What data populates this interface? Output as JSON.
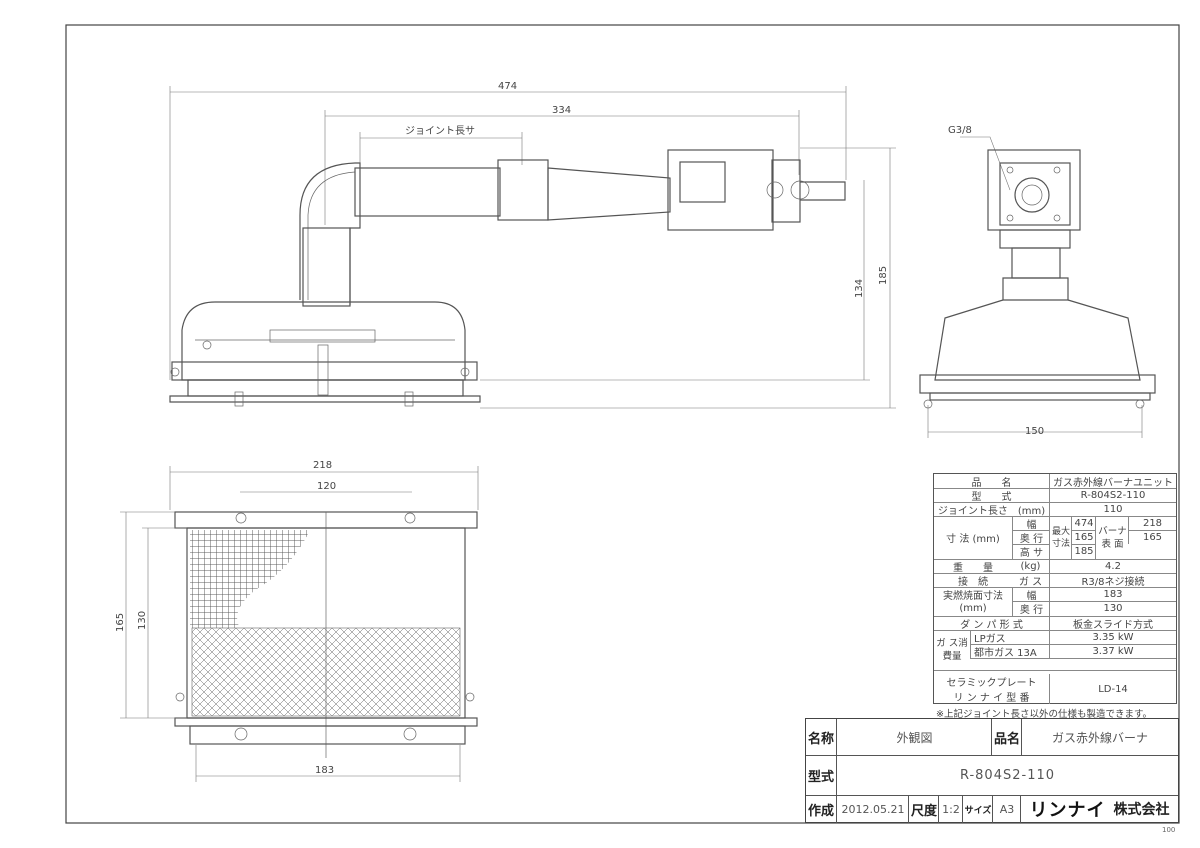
{
  "dimensions": {
    "total_width": "474",
    "width_334": "334",
    "joint_length": "ジョイント長サ",
    "height_134": "134",
    "height_185": "185",
    "gas_connection": "G3/8",
    "side_width": "150",
    "top_218": "218",
    "top_120": "120",
    "top_165": "165",
    "top_130": "130",
    "top_183": "183"
  },
  "spec_table": {
    "product_name_label": "品　　名",
    "product_name": "ガス赤外線バーナユニット",
    "model_label": "型　　式",
    "model": "R-804S2-110",
    "joint_label": "ジョイント長さ　(mm)",
    "joint": "110",
    "size_label": "寸 法 (mm)",
    "width_label": "幅",
    "depth_label": "奥 行",
    "height_label": "高 サ",
    "max_size_label": "最大寸法",
    "max_width": "474",
    "max_depth": "165",
    "max_height": "185",
    "burner_surface_label": "バーナ表 面",
    "surface_width": "218",
    "surface_depth": "165",
    "weight_label": "重　　量",
    "weight_unit": "(kg)",
    "weight": "4.2",
    "connection_label": "接　続",
    "gas_label": "ガ ス",
    "connection": "R3/8ネジ接続",
    "actual_surface_label": "実燃焼面寸法",
    "actual_unit": "(mm)",
    "actual_width_label": "幅",
    "actual_depth_label": "奥 行",
    "actual_width": "183",
    "actual_depth": "130",
    "damper_label": "ダ ン パ 形 式",
    "damper": "板金スライド方式",
    "gas_consumption_label": "ガ ス消費量",
    "lp_label": "LPガス",
    "lp_value": "3.35 kW",
    "city_label": "都市ガス 13A",
    "city_value": "3.37 kW",
    "ceramic_label": "セラミックプレート",
    "rinnai_label": "リ ン ナ イ 型 番",
    "ceramic": "LD-14"
  },
  "note": "※上記ジョイント長さ以外の仕様も製造できます。",
  "title_block": {
    "name_label": "名称",
    "name": "外観図",
    "product_label": "品名",
    "product": "ガス赤外線バーナ",
    "model_label": "型式",
    "model": "R-804S2-110",
    "created_label": "作成",
    "created": "2012.05.21",
    "scale_label": "尺度",
    "scale": "1:2",
    "size_label": "サイズ",
    "size": "A3",
    "brand": "リンナイ",
    "company": "株式会社"
  },
  "page_number": "100"
}
